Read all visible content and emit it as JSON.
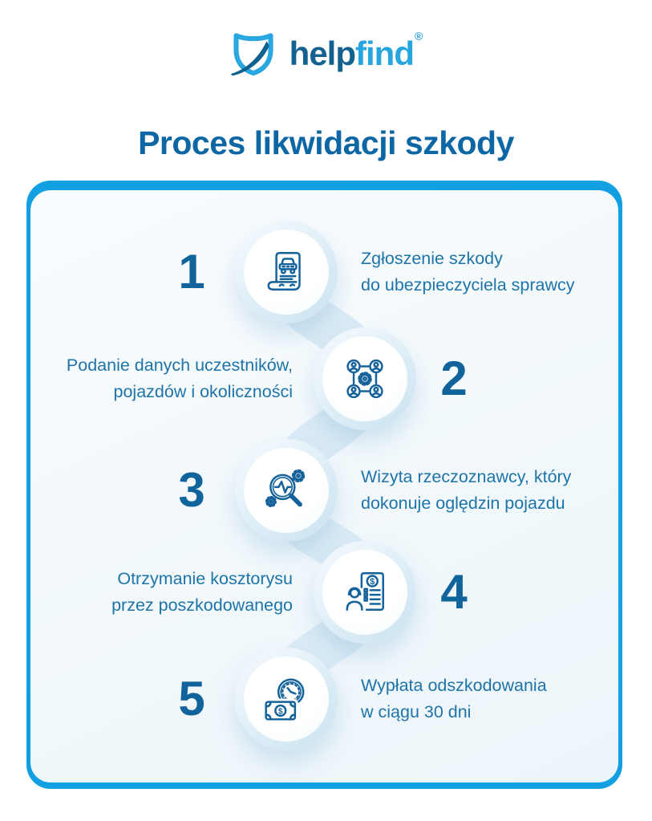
{
  "logo": {
    "shield_icon": "shield-with-feather",
    "word_help": "help",
    "word_find": "find",
    "registered": "®"
  },
  "title": "Proces likwidacji szkody",
  "colors": {
    "accent_light_blue": "#12A0E2",
    "brand_dark_blue": "#13618F",
    "brand_light_blue": "#27A5DF",
    "title_blue": "#0C67A4",
    "number_blue": "#11639C",
    "text_blue": "#1E74A8",
    "icon_stroke": "#15629B",
    "connector_trail": "#DAEBF5",
    "card_background": "#F5FAFD"
  },
  "steps": [
    {
      "number": "1",
      "icon": "claim-document-icon",
      "lines": [
        "Zgłoszenie szkody",
        "do ubezpieczyciela sprawcy"
      ]
    },
    {
      "number": "2",
      "icon": "participants-network-icon",
      "lines": [
        "Podanie danych uczestników,",
        "pojazdów i okoliczności"
      ]
    },
    {
      "number": "3",
      "icon": "inspection-magnifier-icon",
      "lines": [
        "Wizyta rzeczoznawcy, który",
        "dokonuje oględzin pojazdu"
      ]
    },
    {
      "number": "4",
      "icon": "estimate-document-icon",
      "lines": [
        "Otrzymanie kosztorysu",
        "przez poszkodowanego"
      ]
    },
    {
      "number": "5",
      "icon": "payout-clock-icon",
      "lines": [
        "Wypłata odszkodowania",
        "w ciągu 30 dni"
      ]
    }
  ]
}
